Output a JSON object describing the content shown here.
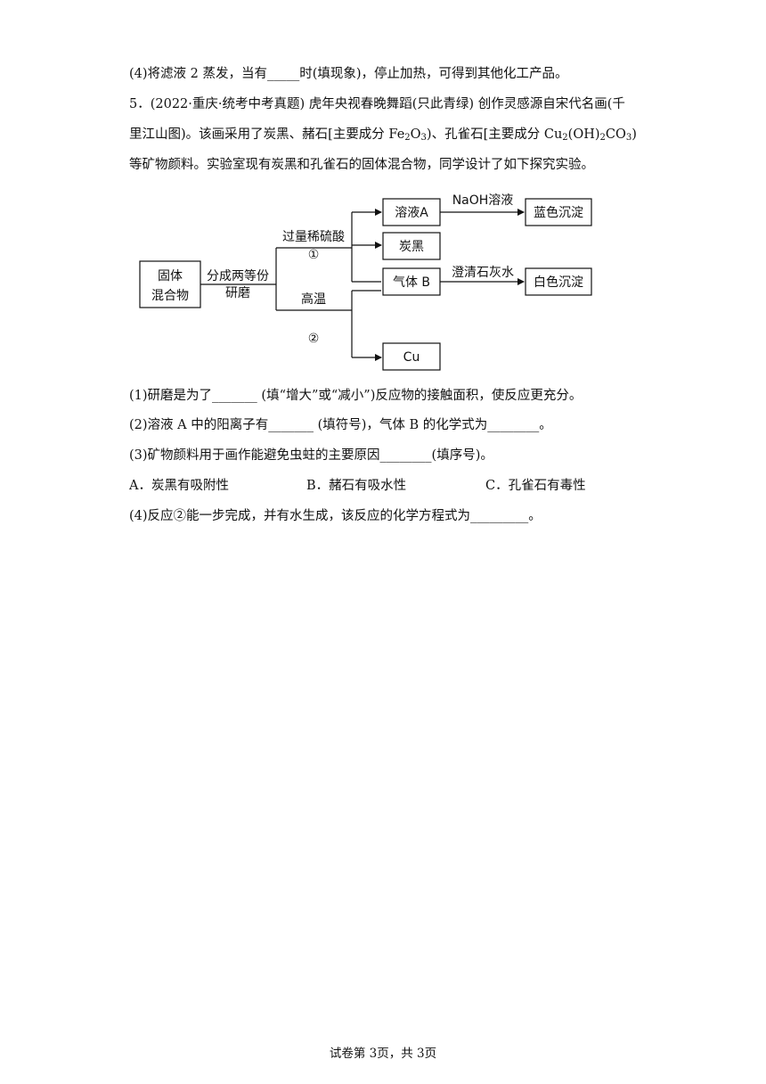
{
  "q4_line": {
    "prefix": "(4)将滤液 2 蒸发，当有",
    "blank": "_____",
    "suffix": "时(填现象)，停止加热，可得到其他化工产品。"
  },
  "q5": {
    "stem_line1": "5．(2022·重庆·统考中考真题) 虎年央视春晚舞蹈(只此青绿) 创作灵感源自宋代名画(千",
    "stem_line2": {
      "a": "里江山图)。该画采用了炭黑、赭石[主要成分 Fe",
      "s1": "2",
      "b": "O",
      "s2": "3",
      "c": ")、孔雀石[主要成分 Cu",
      "s3": "2",
      "d": "(OH)",
      "s4": "2",
      "e": "CO",
      "s5": "3",
      "f": ")"
    },
    "stem_line3": "等矿物颜料。实验室现有炭黑和孔雀石的固体混合物，同学设计了如下探究实验。",
    "diagram": {
      "start_line1": "固体",
      "start_line2": "混合物",
      "split_label": "分成两等份",
      "grind_label": "研磨",
      "acid_label": "过量稀硫酸",
      "step1_label": "①",
      "heat_label": "高温",
      "step2_label": "②",
      "solution_a": "溶液A",
      "carbon_black": "炭黑",
      "gas_b": "气体 B",
      "copper": "Cu",
      "naoh_label": "NaOH溶液",
      "limewater_label": "澄清石灰水",
      "blue_precipitate": "蓝色沉淀",
      "white_precipitate": "白色沉淀"
    },
    "sub1": {
      "prefix": "(1)研磨是为了",
      "blank": "_______",
      "suffix": " (填“增大”或“减小”)反应物的接触面积，使反应更充分。"
    },
    "sub2": {
      "prefix": "(2)溶液 A 中的阳离子有",
      "blank1": "_______",
      "mid": " (填符号)，气体 B 的化学式为",
      "blank2": "________",
      "suffix": "。"
    },
    "sub3": {
      "prefix": "(3)矿物颜料用于画作能避免虫蛀的主要原因",
      "blank": "________",
      "suffix": "(填序号)。"
    },
    "choices": {
      "a": "A．炭黑有吸附性",
      "b": "B．赭石有吸水性",
      "c": "C．孔雀石有毒性"
    },
    "sub4": {
      "prefix": "(4)反应②能一步完成，并有水生成，该反应的化学方程式为",
      "blank": "_________",
      "suffix": "。"
    }
  },
  "footer": "试卷第 3页，共 3页"
}
